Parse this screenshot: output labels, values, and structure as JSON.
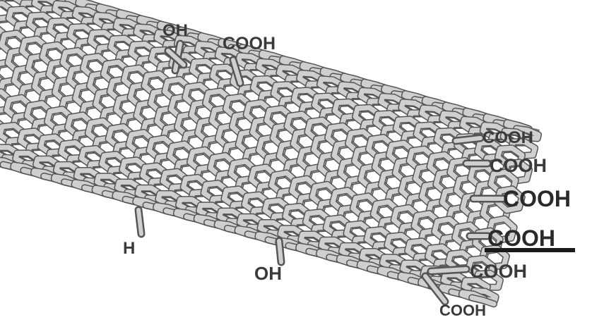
{
  "figure": {
    "subject": "functionalized carbon nanotube",
    "background_color": "#ffffff",
    "bond_light_color": "#cfcfcf",
    "bond_dark_color": "#555555",
    "labels": {
      "oh_top": "OH",
      "cooh_top": "COOH",
      "cooh_r1": "COOH",
      "cooh_r2": "COOH",
      "cooh_r3": "COOH",
      "cooh_r4": "COOH",
      "cooh_r5": "COOH",
      "cooh_bottom": "COOH",
      "h_left": "H",
      "oh_bottom": "OH"
    }
  }
}
